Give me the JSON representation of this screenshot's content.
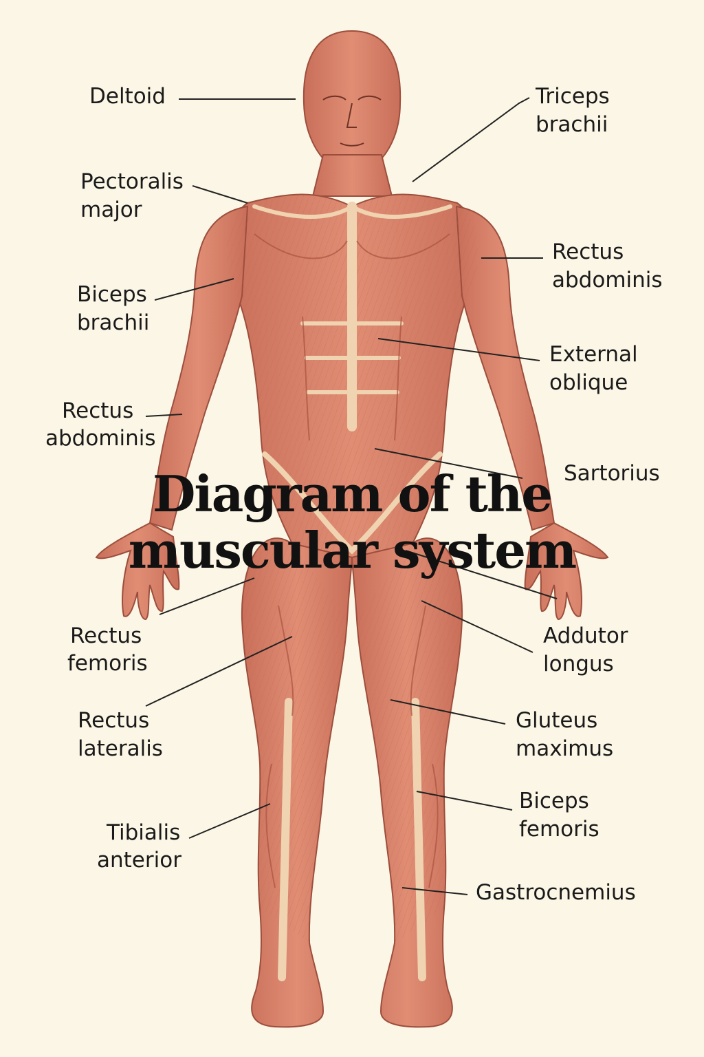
{
  "title": {
    "line1": "Diagram of the",
    "line2": "muscular system"
  },
  "labels": {
    "deltoid": [
      "Deltoid"
    ],
    "triceps_brachii": [
      "Triceps",
      "brachii"
    ],
    "pectoralis_major": [
      "Pectoralis",
      "major"
    ],
    "rectus_abdominis_right": [
      "Rectus",
      "abdominis"
    ],
    "biceps_brachii": [
      "Biceps",
      "brachii"
    ],
    "external_oblique": [
      "External",
      "oblique"
    ],
    "rectus_abdominis_left": [
      "Rectus",
      "abdominis"
    ],
    "sartorius": [
      "Sartorius"
    ],
    "rectus_femoris": [
      "Rectus",
      "femoris"
    ],
    "addutor_longus": [
      "Addutor",
      "longus"
    ],
    "rectus_lateralis": [
      "Rectus",
      "lateralis"
    ],
    "gluteus_maximus": [
      "Gluteus",
      "maximus"
    ],
    "tibialis_anterior": [
      "Tibialis",
      "anterior"
    ],
    "biceps_femoris": [
      "Biceps",
      "femoris"
    ],
    "gastrocnemius": [
      "Gastrocnemius"
    ]
  },
  "colors": {
    "background": "#fbf6e5",
    "muscle": "#d9806a",
    "muscle_dark": "#b8604d",
    "tendon": "#f0d3b0",
    "text": "#1a1a1a",
    "leader_line": "#222222"
  }
}
